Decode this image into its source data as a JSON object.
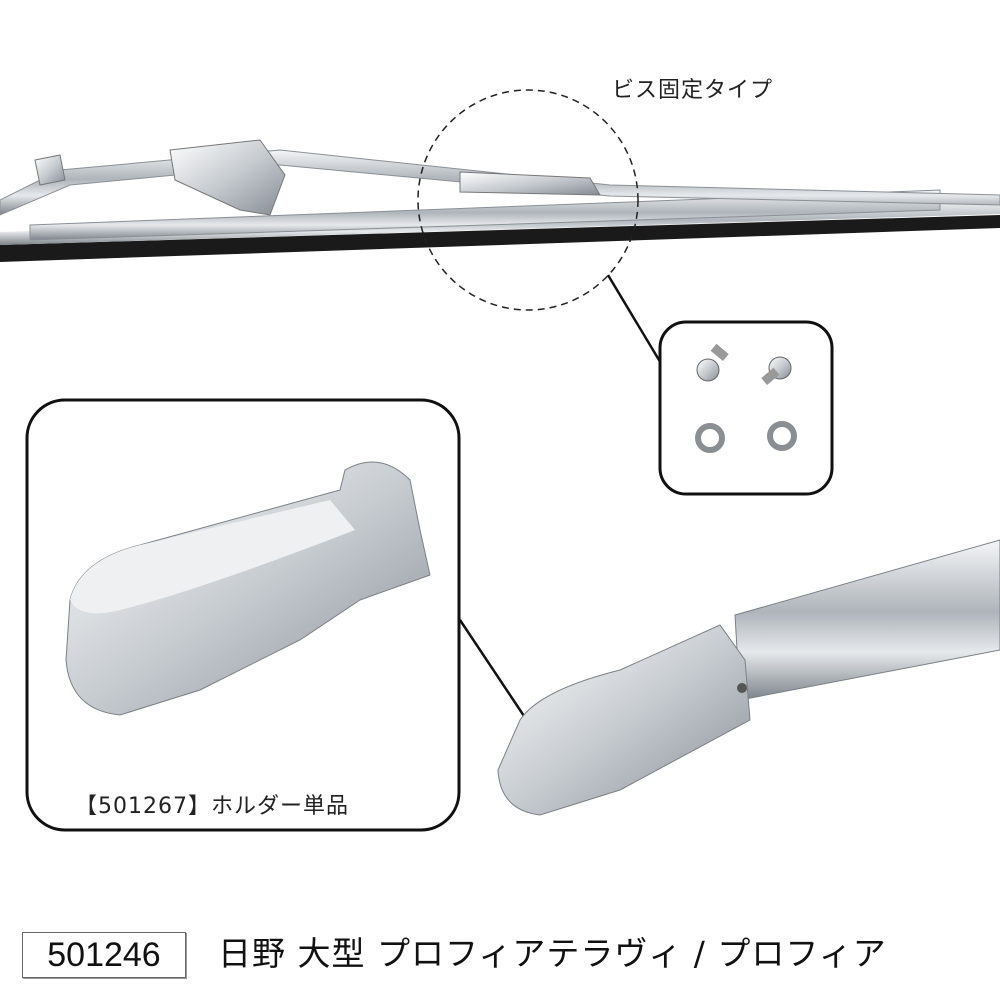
{
  "callouts": {
    "screw_type": "ビス固定タイプ",
    "holder_single": "【501267】ホルダー単品"
  },
  "footer": {
    "product_code": "501246",
    "product_title": "日野 大型 プロフィアテラヴィ / プロフィア"
  }
}
